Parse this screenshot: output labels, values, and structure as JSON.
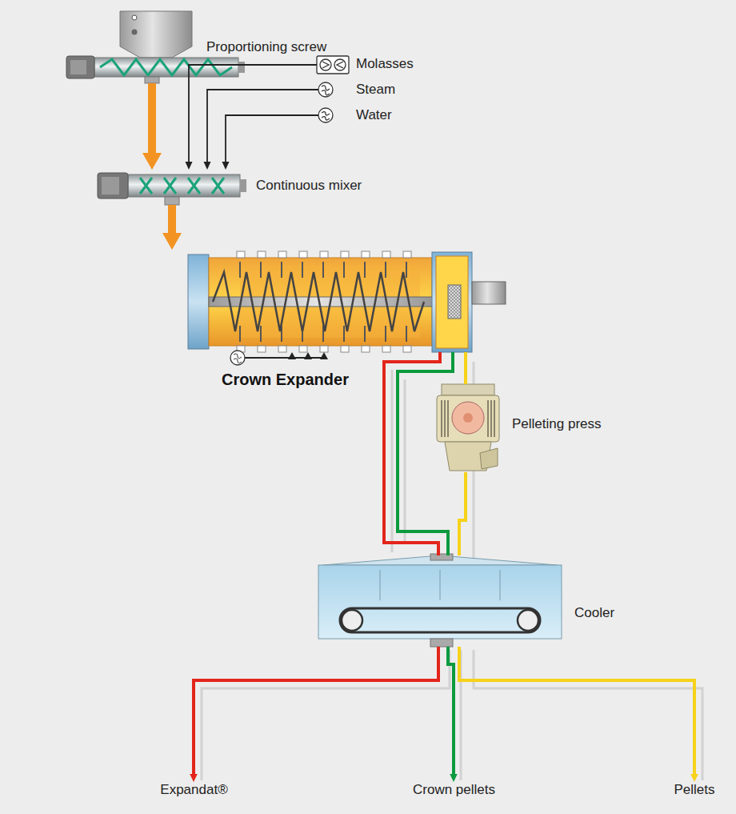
{
  "diagram": {
    "nodes": [
      {
        "text": [
          "Proportioning screw"
        ]
      },
      {
        "text": [
          "Continuous mixer"
        ]
      },
      {
        "text": [
          "Molasses"
        ]
      },
      {
        "text": [
          "Steam"
        ]
      },
      {
        "text": [
          "Water"
        ]
      },
      {
        "text": [
          "Crown Expander"
        ]
      },
      {
        "text": [
          "Pelleting press"
        ]
      },
      {
        "text": [
          "Cooler"
        ]
      },
      {
        "text": [
          "Expandat®"
        ]
      },
      {
        "text": [
          "Crown pellets"
        ]
      },
      {
        "text": [
          "Pellets"
        ]
      }
    ],
    "edges": [
      {
        "from": 0,
        "to": 1,
        "arrow": "to"
      },
      {
        "from": 2,
        "to": 1,
        "arrow": "to"
      },
      {
        "from": 3,
        "to": 1,
        "arrow": "to"
      },
      {
        "from": 4,
        "to": 1,
        "arrow": "to"
      },
      {
        "from": 1,
        "to": 5,
        "arrow": "to"
      },
      {
        "from": 5,
        "to": 7,
        "arrow": "none"
      },
      {
        "from": 5,
        "to": 7,
        "arrow": "none"
      },
      {
        "from": 5,
        "to": 6,
        "arrow": "none"
      },
      {
        "from": 6,
        "to": 7,
        "arrow": "none"
      },
      {
        "from": 7,
        "to": 8,
        "arrow": "to"
      },
      {
        "from": 7,
        "to": 9,
        "arrow": "to"
      },
      {
        "from": 7,
        "to": 10,
        "arrow": "to"
      }
    ]
  }
}
